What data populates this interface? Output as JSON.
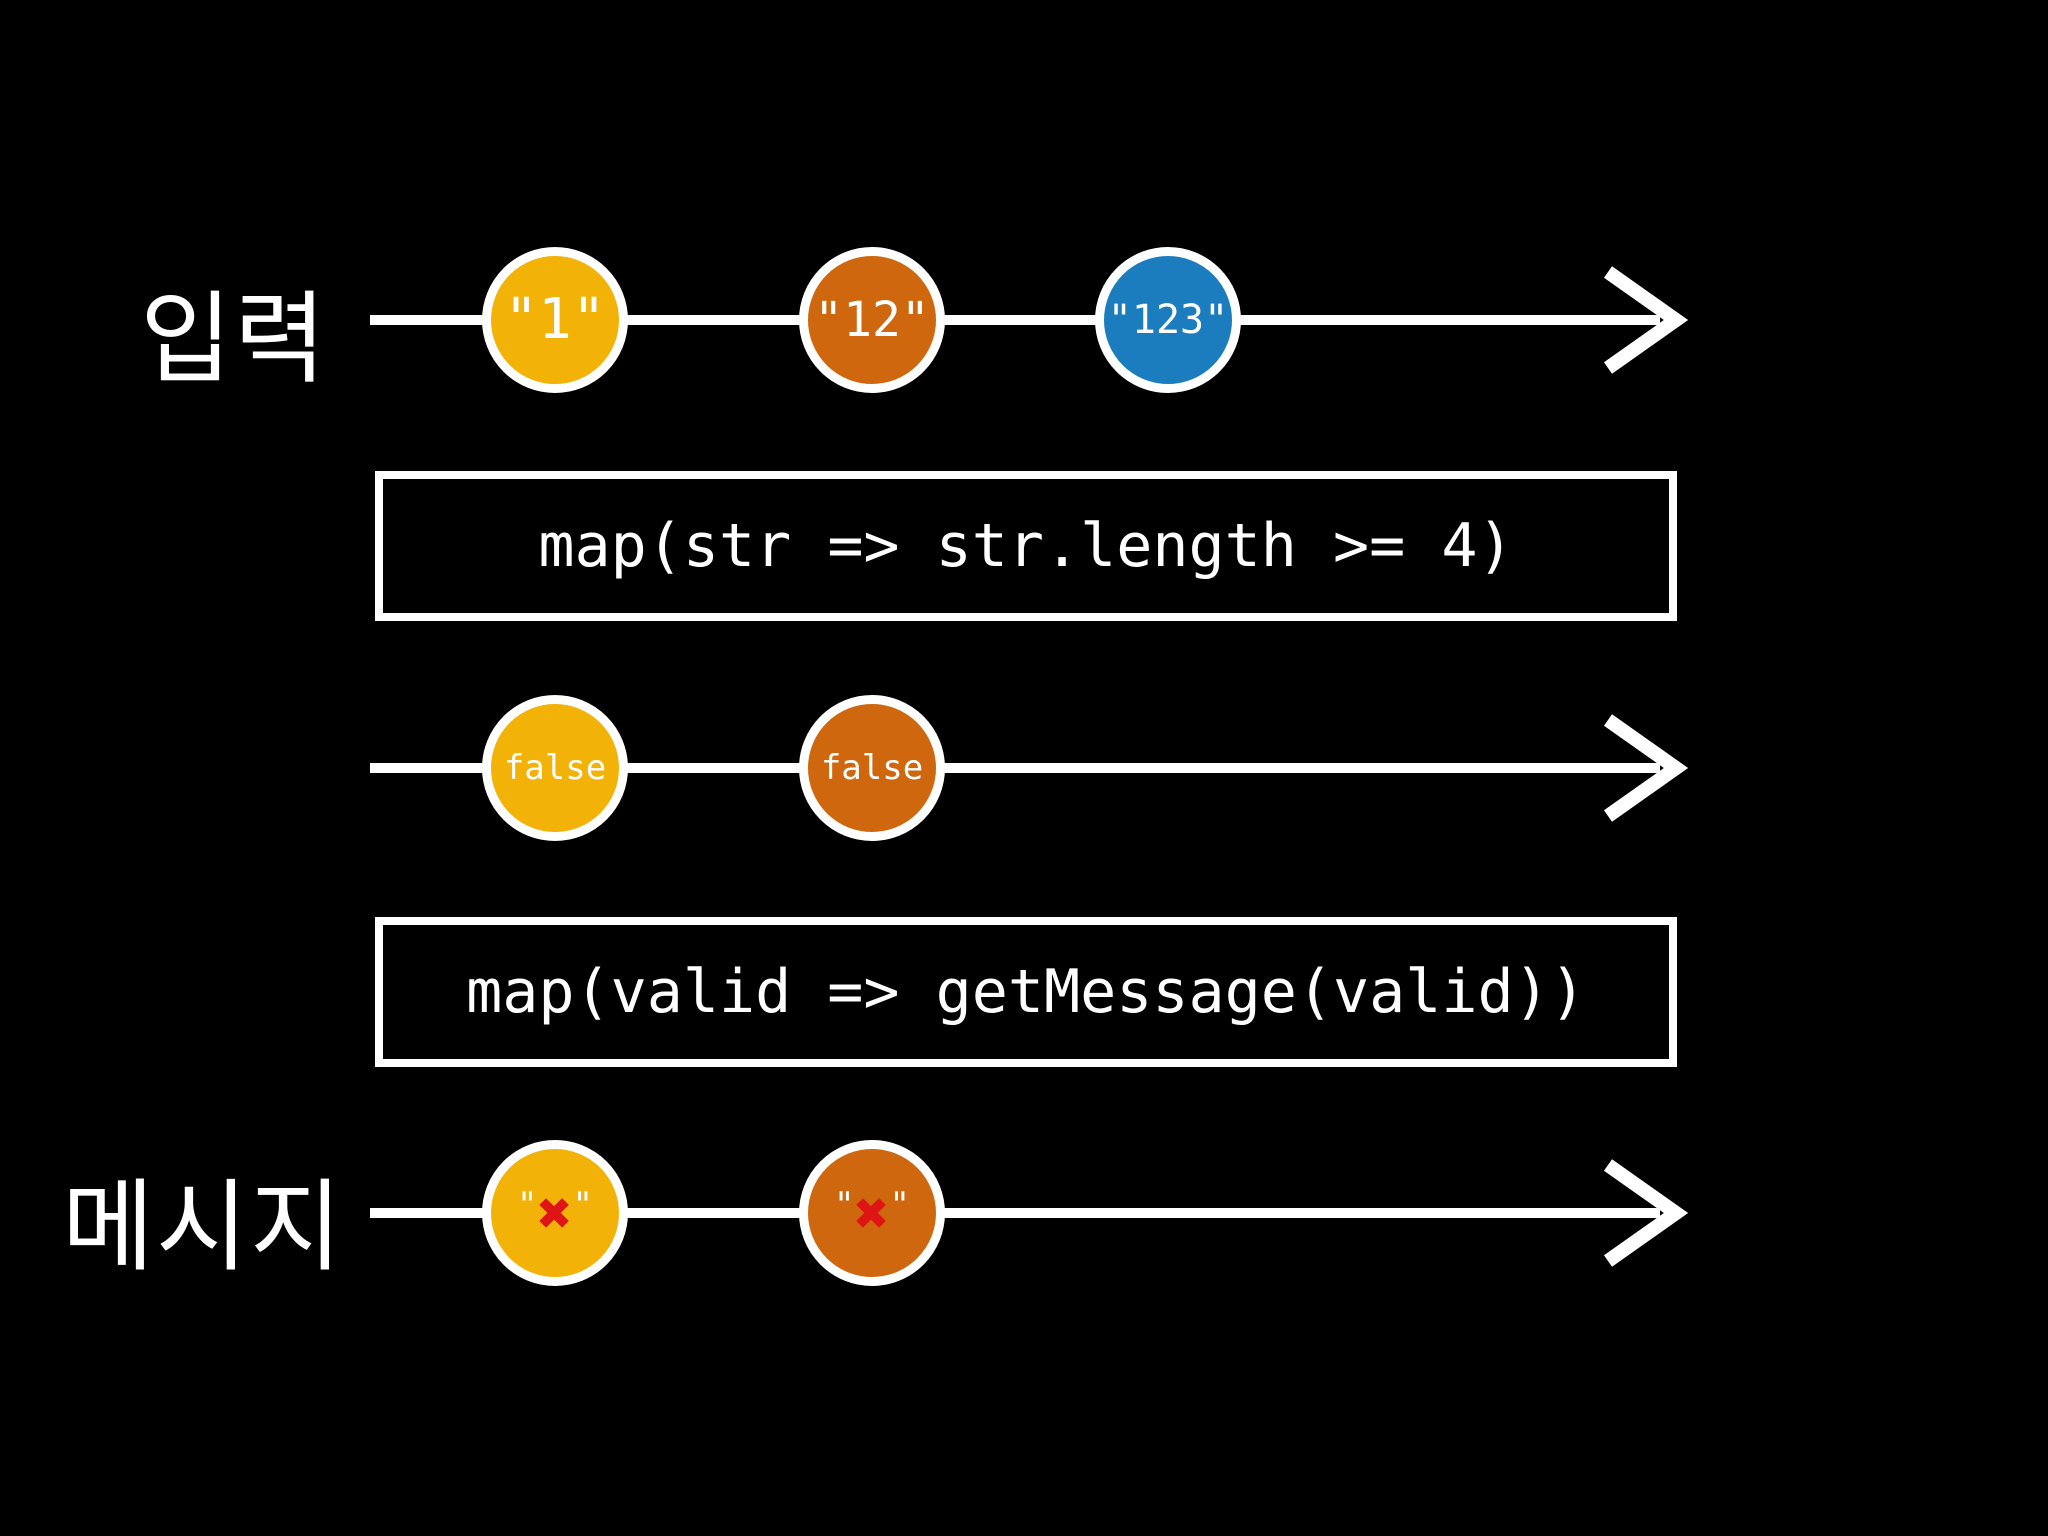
{
  "diagram": {
    "background": "#000000",
    "stroke_color": "#ffffff",
    "streams": [
      {
        "label": "입력",
        "marbles": [
          {
            "text": "\"1\"",
            "color": "#F2B208"
          },
          {
            "text": "\"12\"",
            "color": "#CE670D"
          },
          {
            "text": "\"123\"",
            "color": "#1B7CBE"
          }
        ]
      },
      {
        "label": "",
        "marbles": [
          {
            "text": "false",
            "color": "#F2B208"
          },
          {
            "text": "false",
            "color": "#CE670D"
          }
        ]
      },
      {
        "label": "메시지",
        "marbles": [
          {
            "quote_open": "\"",
            "symbol": "✖",
            "quote_close": "\"",
            "color": "#F2B208",
            "symbol_color": "#DF1414"
          },
          {
            "quote_open": "\"",
            "symbol": "✖",
            "quote_close": "\"",
            "color": "#CE670D",
            "symbol_color": "#DF1414"
          }
        ]
      }
    ],
    "operators": [
      {
        "code": "map(str => str.length >= 4)"
      },
      {
        "code": "map(valid => getMessage(valid))"
      }
    ]
  }
}
